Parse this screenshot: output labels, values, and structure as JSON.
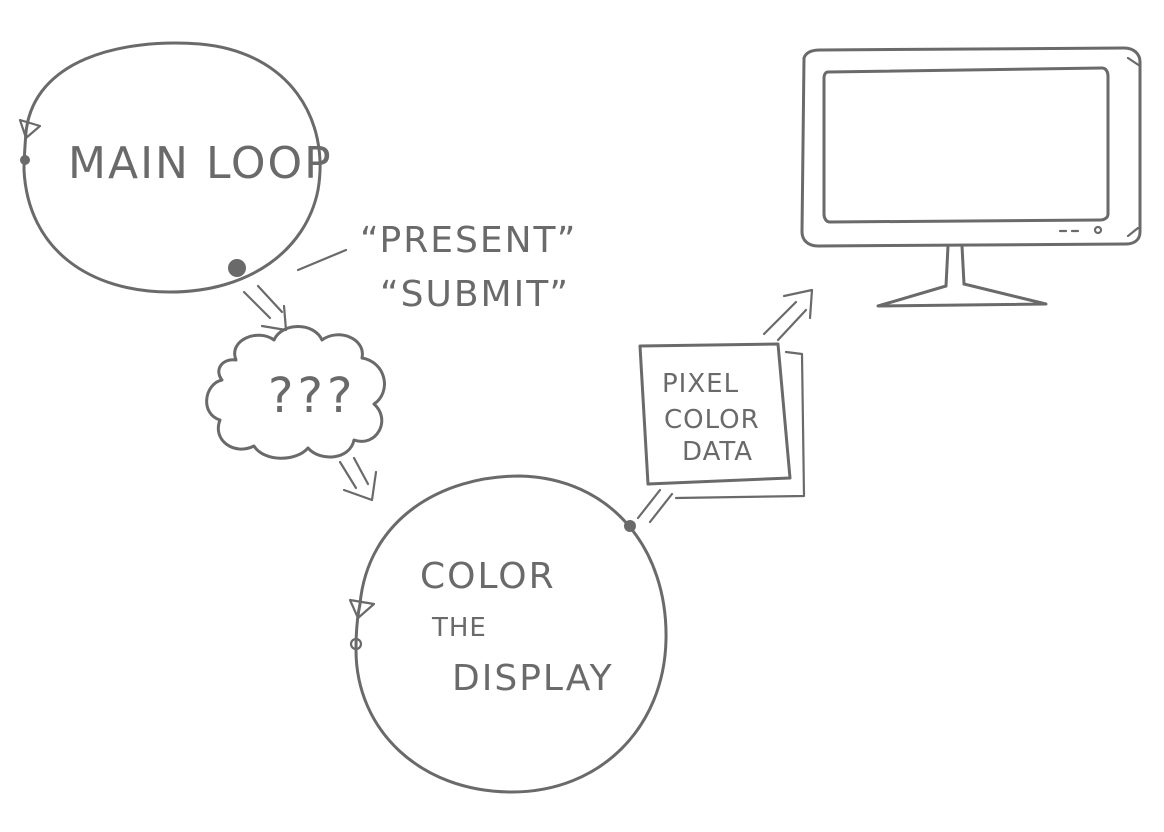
{
  "diagram": {
    "nodes": {
      "main_loop": {
        "label": "MAIN LOOP"
      },
      "unknown": {
        "label": "???"
      },
      "color_display": {
        "lines": [
          "COLOR",
          "THE",
          "DISPLAY"
        ]
      },
      "pixel_data": {
        "lines": [
          "PIXEL",
          "COLOR",
          "DATA"
        ]
      },
      "monitor": {
        "label": ""
      }
    },
    "annotations": {
      "present": "“PRESENT”",
      "submit": "“SUBMIT”"
    },
    "colors": {
      "ink": "#6a6a6a",
      "background": "#ffffff"
    }
  }
}
